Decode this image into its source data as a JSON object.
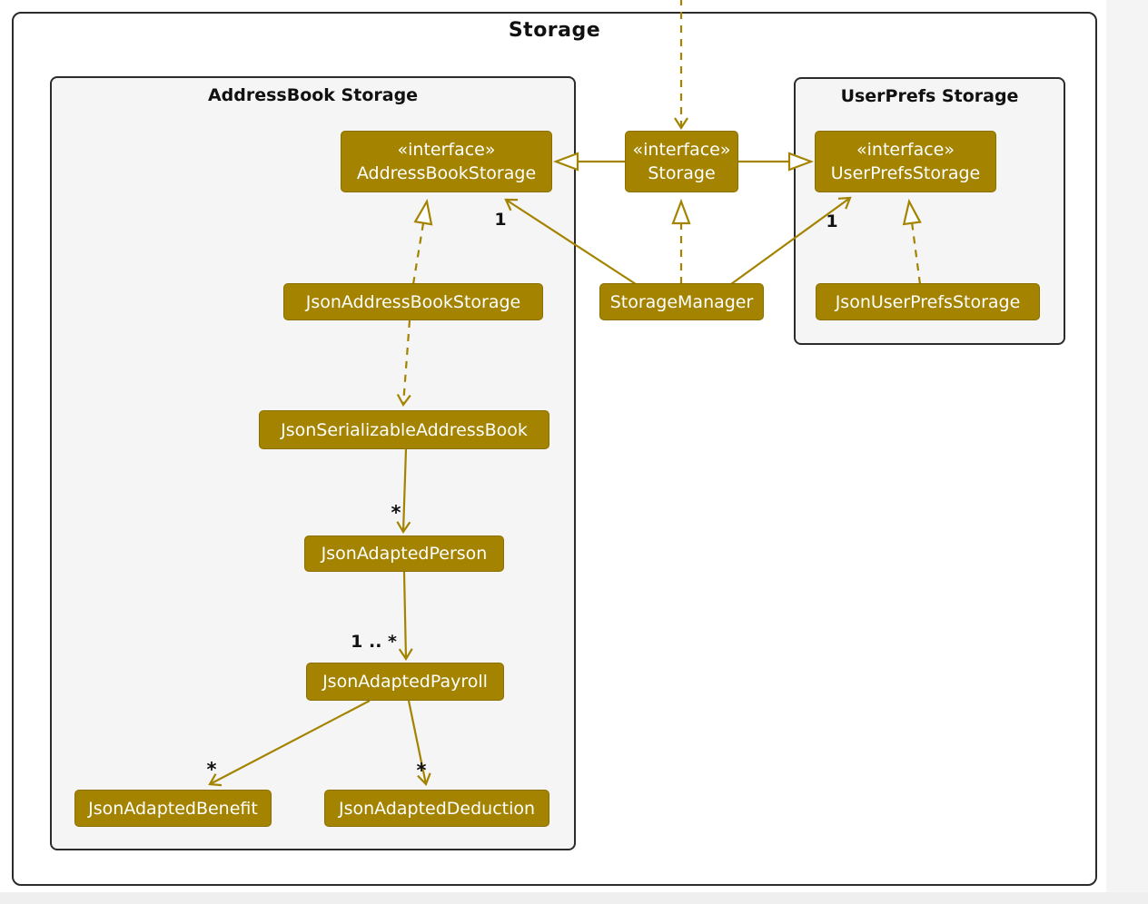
{
  "diagram": {
    "frame_title": "Storage",
    "colors": {
      "node_fill": "#A38300",
      "node_text": "#FFFFFF",
      "edge": "#A38300",
      "container_fill": "#F5F5F5",
      "frame_border": "#2B2B2B"
    },
    "containers": {
      "addressbook": {
        "title": "AddressBook Storage"
      },
      "userprefs": {
        "title": "UserPrefs Storage"
      }
    },
    "nodes": {
      "iface_addressbook": {
        "stereotype": "«interface»",
        "name": "AddressBookStorage"
      },
      "iface_storage": {
        "stereotype": "«interface»",
        "name": "Storage"
      },
      "iface_userprefs": {
        "stereotype": "«interface»",
        "name": "UserPrefsStorage"
      },
      "json_addressbook_storage": {
        "name": "JsonAddressBookStorage"
      },
      "storage_manager": {
        "name": "StorageManager"
      },
      "json_userprefs_storage": {
        "name": "JsonUserPrefsStorage"
      },
      "json_serializable_addressbook": {
        "name": "JsonSerializableAddressBook"
      },
      "json_adapted_person": {
        "name": "JsonAdaptedPerson"
      },
      "json_adapted_payroll": {
        "name": "JsonAdaptedPayroll"
      },
      "json_adapted_benefit": {
        "name": "JsonAdaptedBenefit"
      },
      "json_adapted_deduction": {
        "name": "JsonAdaptedDeduction"
      }
    },
    "multiplicities": {
      "storagemanager_to_addressbookstorage": "1",
      "storagemanager_to_userprefsstorage": "1",
      "serializable_to_person": "*",
      "person_to_payroll": "1 .. *",
      "payroll_to_benefit": "*",
      "payroll_to_deduction": "*"
    }
  }
}
